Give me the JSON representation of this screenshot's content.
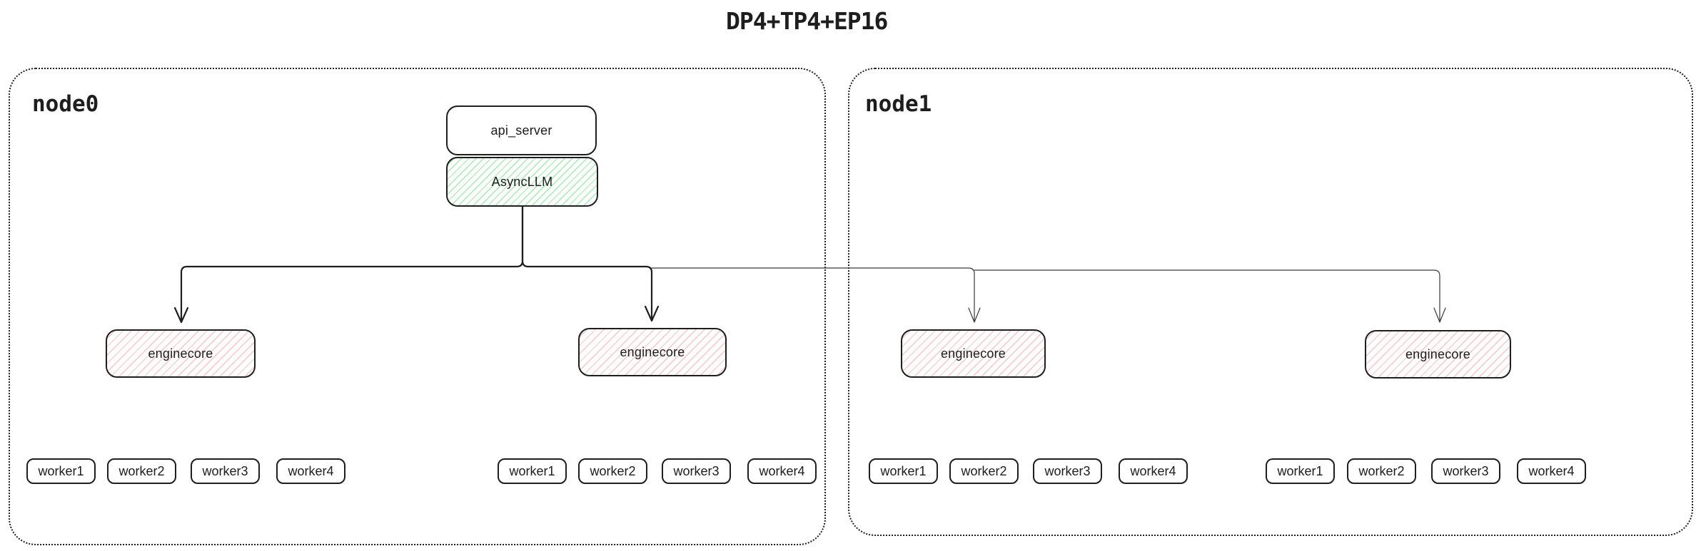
{
  "title": "DP4+TP4+EP16",
  "colors": {
    "stroke": "#1e1e1e",
    "green_hatch": "#69db7c",
    "red_hatch": "#e03131"
  },
  "node0": {
    "label": "node0",
    "api_server_label": "api_server",
    "asyncllm_label": "AsyncLLM",
    "enginecores": [
      "enginecore",
      "enginecore"
    ],
    "worker_groups": [
      [
        "worker1",
        "worker2",
        "worker3",
        "worker4"
      ],
      [
        "worker1",
        "worker2",
        "worker3",
        "worker4"
      ]
    ]
  },
  "node1": {
    "label": "node1",
    "enginecores": [
      "enginecore",
      "enginecore"
    ],
    "worker_groups": [
      [
        "worker1",
        "worker2",
        "worker3",
        "worker4"
      ],
      [
        "worker1",
        "worker2",
        "worker3",
        "worker4"
      ]
    ]
  }
}
